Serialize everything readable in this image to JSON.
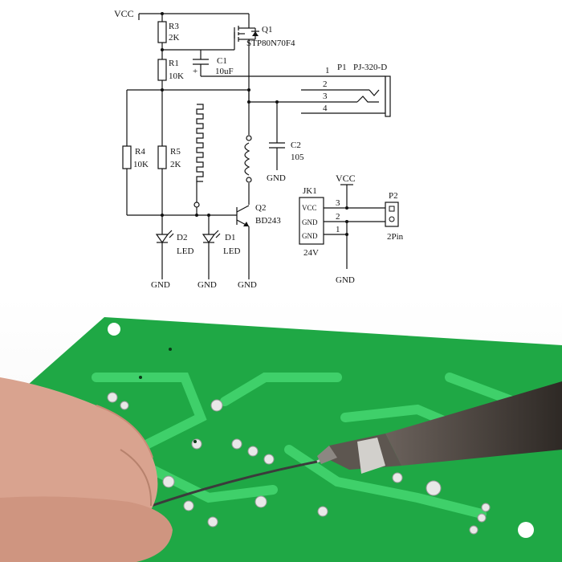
{
  "schematic": {
    "net_vcc": "VCC",
    "net_gnd": "GND",
    "r3": {
      "ref": "R3",
      "value": "2K"
    },
    "r1": {
      "ref": "R1",
      "value": "10K"
    },
    "c1": {
      "ref": "C1",
      "value": "10uF",
      "polarity": "+"
    },
    "q1": {
      "ref": "Q1",
      "value": "STP80N70F4"
    },
    "p1": {
      "ref": "P1",
      "value": "PJ-320-D",
      "pins": [
        "1",
        "2",
        "3",
        "4"
      ]
    },
    "r4": {
      "ref": "R4",
      "value": "10K"
    },
    "r5": {
      "ref": "R5",
      "value": "2K"
    },
    "c2": {
      "ref": "C2",
      "value": "105"
    },
    "q2": {
      "ref": "Q2",
      "value": "BD243"
    },
    "d2": {
      "ref": "D2",
      "value": "LED"
    },
    "d1": {
      "ref": "D1",
      "value": "LED"
    },
    "jk1": {
      "ref": "JK1",
      "value": "24V",
      "pins": [
        "VCC",
        "GND",
        "GND"
      ],
      "pin_numbers": [
        "3",
        "2",
        "1"
      ]
    },
    "p2": {
      "ref": "P2",
      "value": "2Pin"
    }
  },
  "photo": {
    "colors": {
      "pcb": "#1fa845",
      "trace": "#3fd06a",
      "pad": "#e8e8e8",
      "iron": "#4a4440",
      "skin": "#d9a38f"
    }
  }
}
